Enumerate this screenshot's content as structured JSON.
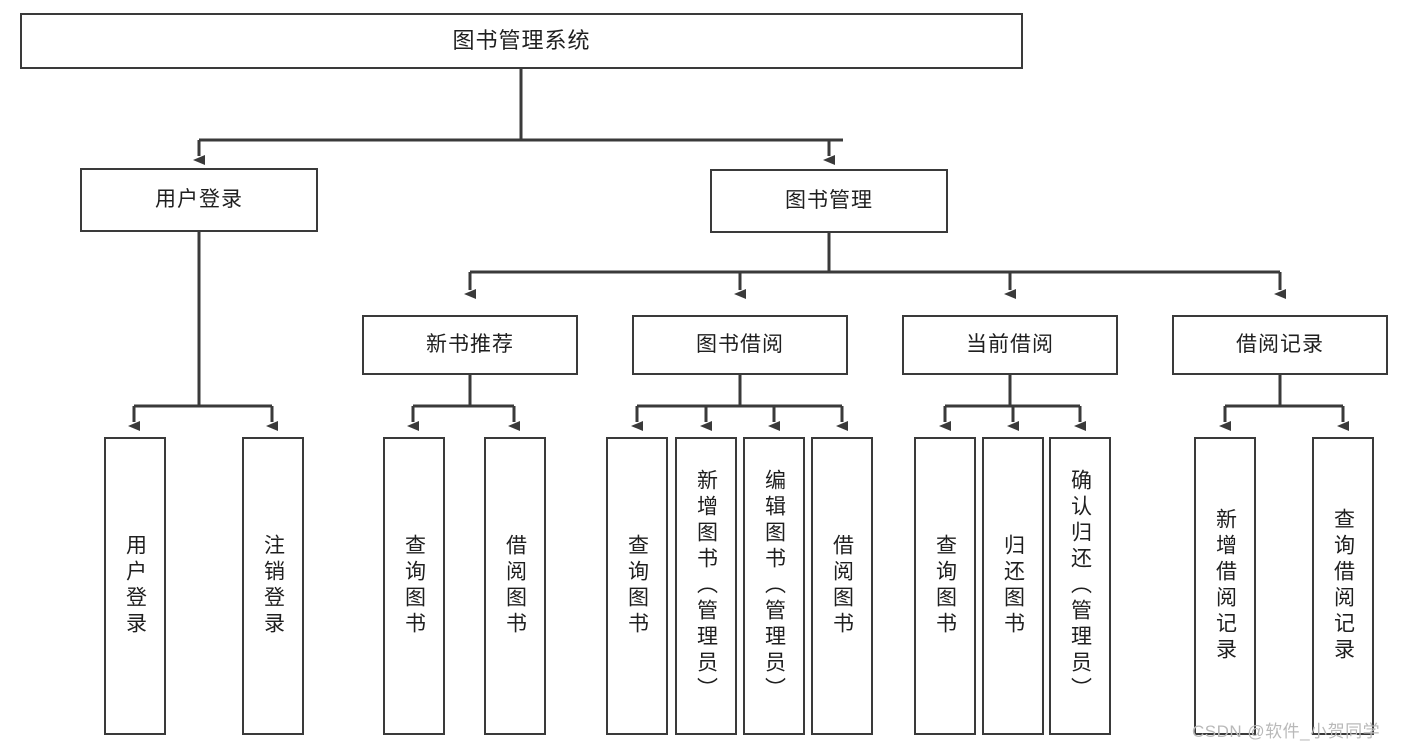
{
  "diagram": {
    "type": "tree-hierarchy",
    "title": "图书管理系统",
    "root": {
      "id": "root",
      "label": "图书管理系统"
    },
    "level2": [
      {
        "id": "user-login",
        "label": "用户登录"
      },
      {
        "id": "book-management",
        "label": "图书管理"
      }
    ],
    "level3": [
      {
        "id": "new-book-recommend",
        "label": "新书推荐",
        "parent": "book-management"
      },
      {
        "id": "book-borrow",
        "label": "图书借阅",
        "parent": "book-management"
      },
      {
        "id": "current-borrow",
        "label": "当前借阅",
        "parent": "book-management"
      },
      {
        "id": "borrow-record",
        "label": "借阅记录",
        "parent": "book-management"
      }
    ],
    "leaves": {
      "user-login": [
        {
          "id": "leaf-user-login",
          "label": "用户登录"
        },
        {
          "id": "leaf-user-logout",
          "label": "注销登录"
        }
      ],
      "new-book-recommend": [
        {
          "id": "leaf-query-book-1",
          "label": "查询图书"
        },
        {
          "id": "leaf-borrow-book-1",
          "label": "借阅图书"
        }
      ],
      "book-borrow": [
        {
          "id": "leaf-query-book-2",
          "label": "查询图书"
        },
        {
          "id": "leaf-add-book",
          "label": "新增图书（管理员）"
        },
        {
          "id": "leaf-edit-book",
          "label": "编辑图书（管理员）"
        },
        {
          "id": "leaf-borrow-book-2",
          "label": "借阅图书"
        }
      ],
      "current-borrow": [
        {
          "id": "leaf-query-book-3",
          "label": "查询图书"
        },
        {
          "id": "leaf-return-book",
          "label": "归还图书"
        },
        {
          "id": "leaf-confirm-return",
          "label": "确认归还（管理员）"
        }
      ],
      "borrow-record": [
        {
          "id": "leaf-add-record",
          "label": "新增借阅记录"
        },
        {
          "id": "leaf-query-record",
          "label": "查询借阅记录"
        }
      ]
    }
  },
  "watermark": {
    "text": "CSDN @软件_小贺同学"
  },
  "colors": {
    "stroke": "#3a3a3a",
    "fill": "#ffffff",
    "text": "#1f1f1f",
    "watermark": "#b9b9b9"
  }
}
